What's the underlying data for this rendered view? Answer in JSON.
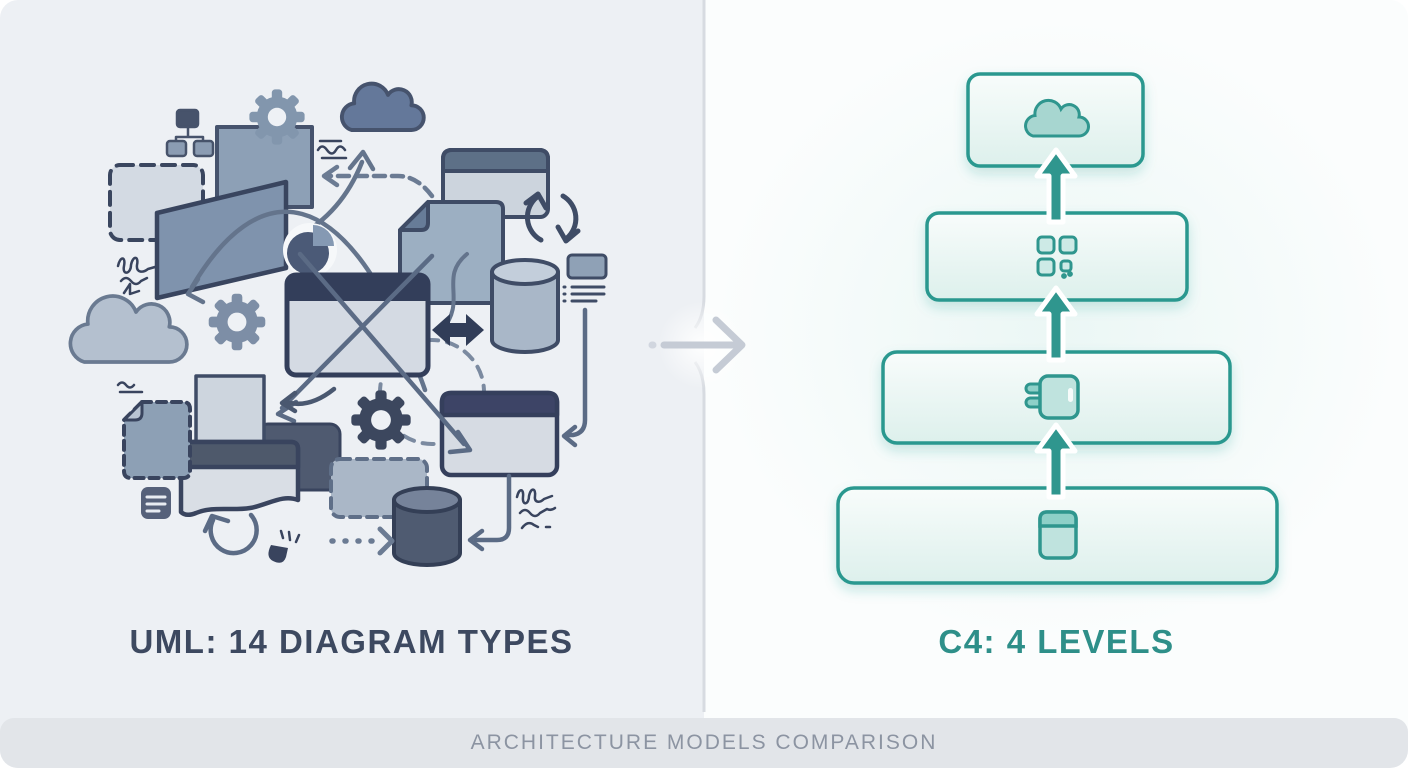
{
  "left_panel": {
    "title": "UML: 14 DIAGRAM TYPES",
    "background": "#edf0f4",
    "text_color": "#3d4960",
    "illustration_icons": [
      "org-chart-icon",
      "gear-icon",
      "cloud-icon",
      "dashed-box-icon",
      "parallelogram-shape",
      "dashed-arrow-icon",
      "curved-arrow-icon",
      "browser-window-icon",
      "refresh-arrows-icon",
      "document-icon",
      "pie-chart-icon",
      "database-cylinder-icon",
      "note-list-icon",
      "crossed-window-icon",
      "double-arrow-icon",
      "small-cloud-icon",
      "dashed-circle-icon",
      "wavy-document-icon",
      "dashed-document-icon",
      "checklist-icon",
      "loop-arrow-icon",
      "hand-cursor-icon",
      "dotted-arrow-icon",
      "elbow-connector-icon",
      "scribble-notes"
    ]
  },
  "right_panel": {
    "title": "C4: 4 LEVELS",
    "background": "#fbfdfd",
    "text_color": "#2e8f89",
    "levels": [
      {
        "name": "level-1-context",
        "icon": "cloud-icon"
      },
      {
        "name": "level-2-container",
        "icon": "components-grid-icon"
      },
      {
        "name": "level-3-component",
        "icon": "container-plug-icon"
      },
      {
        "name": "level-4-code",
        "icon": "code-card-icon"
      }
    ],
    "connector_icon": "up-arrow-icon"
  },
  "divider": {
    "icon": "right-arrow-icon",
    "line_color": "#d7dbe1",
    "arrow_color": "#c5cbd5"
  },
  "footer": {
    "title": "ARCHITECTURE MODELS COMPARISON",
    "background": "#e2e5e9",
    "text_color": "#8c94a2"
  },
  "colors": {
    "teal_stroke": "#2a988f",
    "teal_arrow": "#2f968e",
    "teal_icon_fill": "#a7d6d0",
    "box_fill_top": "#f8fcfb",
    "box_fill_bottom": "#ddf0ec",
    "slate_dark": "#39445e",
    "slate_mid": "#8b9cb3",
    "slate_light": "#d5dbe4"
  }
}
